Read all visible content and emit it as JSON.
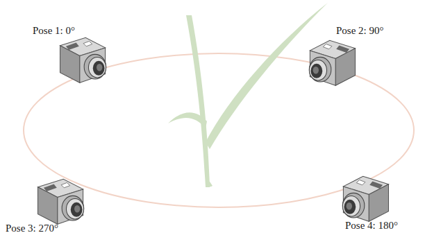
{
  "diagram": {
    "labels": [
      "Pose 1: 0°",
      "Pose 2: 90°",
      "Pose 3: 270°",
      "Pose 4: 180°"
    ]
  }
}
